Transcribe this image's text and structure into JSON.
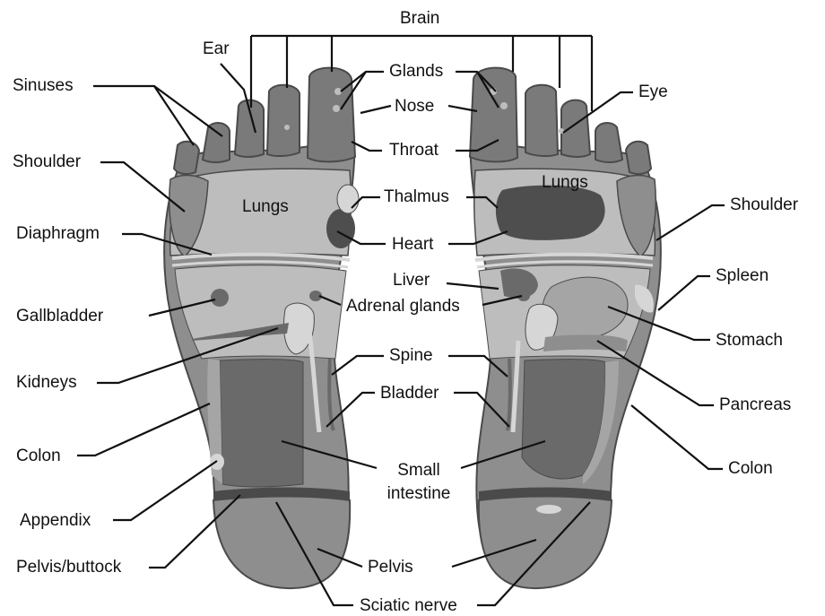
{
  "labels": {
    "brain": "Brain",
    "ear": "Ear",
    "glands": "Glands",
    "nose": "Nose",
    "throat": "Throat",
    "thalmus": "Thalmus",
    "heart": "Heart",
    "liver": "Liver",
    "adrenal_glands": "Adrenal glands",
    "spine": "Spine",
    "bladder": "Bladder",
    "small_intestine": "Small intestine",
    "pelvis": "Pelvis",
    "sciatic_nerve": "Sciatic nerve",
    "eye": "Eye",
    "sinuses": "Sinuses",
    "shoulder_left": "Shoulder",
    "diaphragm": "Diaphragm",
    "gallbladder": "Gallbladder",
    "kidneys": "Kidneys",
    "colon_left": "Colon",
    "appendix": "Appendix",
    "pelvis_buttock": "Pelvis/buttock",
    "shoulder_right": "Shoulder",
    "spleen": "Spleen",
    "stomach": "Stomach",
    "pancreas": "Pancreas",
    "colon_right": "Colon",
    "lungs_left": "Lungs",
    "lungs_right": "Lungs"
  },
  "colors": {
    "outline": "#4a4a4a",
    "toe_dark": "#7a7a7a",
    "foot_mid": "#8e8e8e",
    "lung_light": "#bdbdbd",
    "heart_dark": "#4e4e4e",
    "intestine_dark": "#6a6a6a",
    "pale": "#d6d6d6",
    "line": "#111111"
  }
}
